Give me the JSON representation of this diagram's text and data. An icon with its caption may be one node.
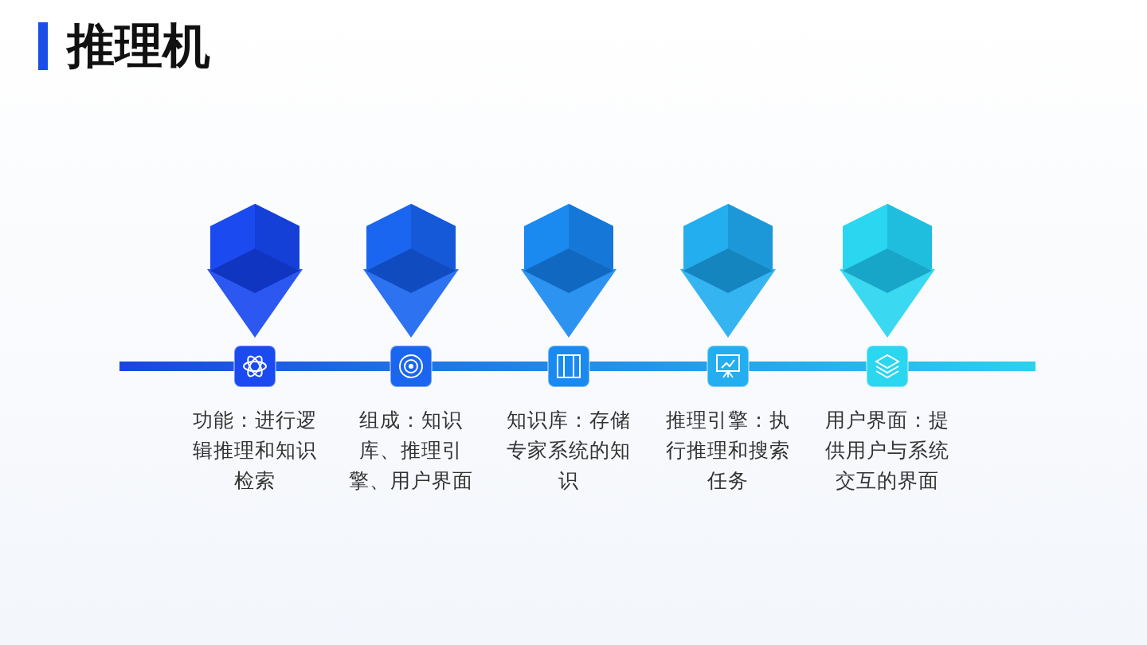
{
  "diagram": {
    "title": "推理机",
    "nodes": [
      {
        "text": [
          "功能：进行逻辑推理和知识检索"
        ]
      },
      {
        "text": [
          "组成：知识库、推理引擎、用户界面"
        ]
      },
      {
        "text": [
          "知识库：存储专家系统的知识"
        ]
      },
      {
        "text": [
          "推理引擎：执行推理和搜索任务"
        ]
      },
      {
        "text": [
          "用户界面：提供用户与系统交互的界面"
        ]
      }
    ]
  }
}
